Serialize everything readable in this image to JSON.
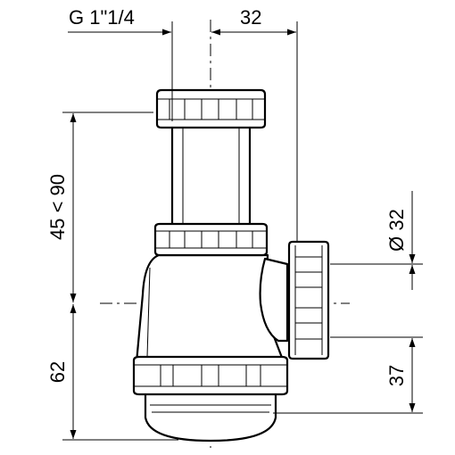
{
  "dimensions": {
    "thread": "G 1\"1/4",
    "offset": "32",
    "height_range": "45 < 90",
    "lower_height": "62",
    "outlet_diameter": "Ø 32",
    "outlet_height": "37"
  },
  "colors": {
    "line": "#000000",
    "background": "#ffffff"
  }
}
